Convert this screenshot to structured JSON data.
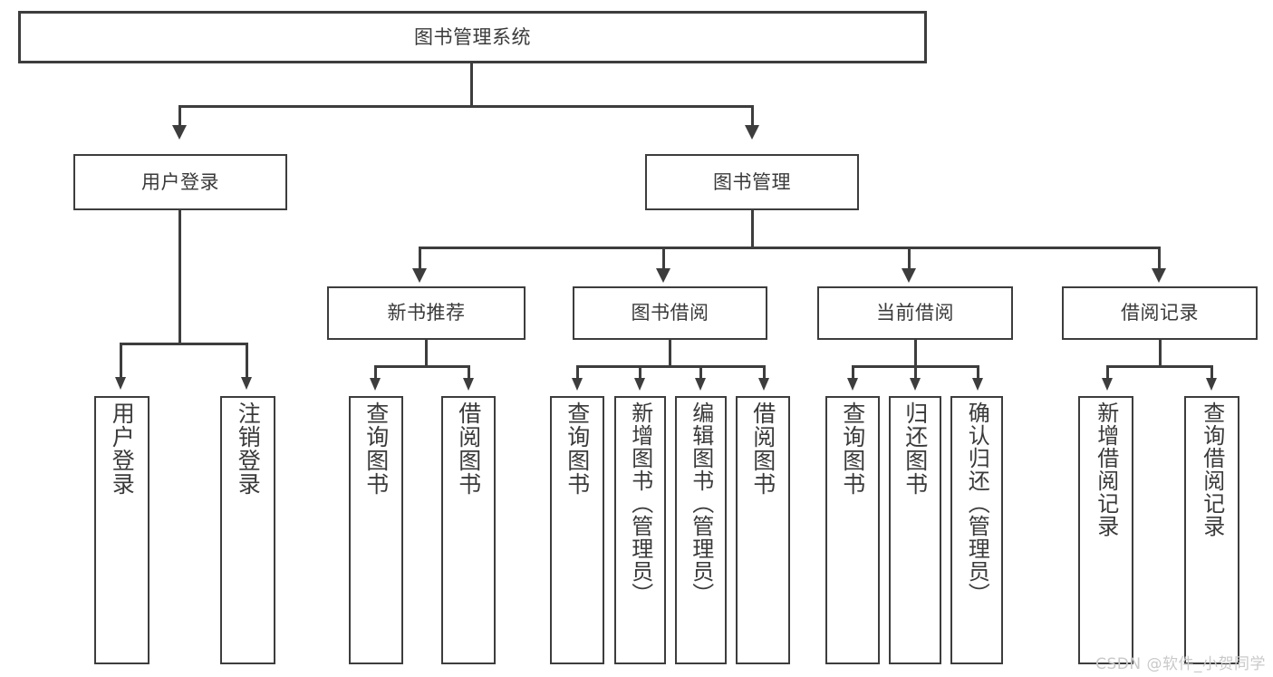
{
  "diagram": {
    "type": "tree-hierarchy",
    "title": "图书管理系统",
    "watermark": "CSDN @软件_小贺同学",
    "colors": {
      "stroke": "#3d3d3d",
      "fill": "#ffffff",
      "text": "#3a3a3a",
      "watermark": "#c9c9c9"
    },
    "levels": [
      {
        "level": 1,
        "labels": [
          "图书管理系统"
        ]
      },
      {
        "level": 2,
        "labels": [
          "用户登录",
          "图书管理"
        ]
      },
      {
        "level": 3,
        "labels": [
          "新书推荐",
          "图书借阅",
          "当前借阅",
          "借阅记录"
        ]
      },
      {
        "level": 4,
        "labels": [
          "用户登录",
          "注销登录",
          "查询图书",
          "借阅图书",
          "查询图书",
          "新增图书（管理员）",
          "编辑图书（管理员）",
          "借阅图书",
          "查询图书",
          "归还图书",
          "确认归还（管理员）",
          "新增借阅记录",
          "查询借阅记录"
        ]
      }
    ],
    "nodes": {
      "root": {
        "label": "图书管理系统"
      },
      "user_login": {
        "label": "用户登录"
      },
      "book_mgmt": {
        "label": "图书管理"
      },
      "new_book_rec": {
        "label": "新书推荐"
      },
      "book_borrow": {
        "label": "图书借阅"
      },
      "current_borrow": {
        "label": "当前借阅"
      },
      "borrow_record": {
        "label": "借阅记录"
      },
      "leaf_user_login": {
        "label": "用户登录"
      },
      "leaf_logout": {
        "label": "注销登录"
      },
      "leaf_query_book_1": {
        "label": "查询图书"
      },
      "leaf_borrow_book_1": {
        "label": "借阅图书"
      },
      "leaf_query_book_2": {
        "label": "查询图书"
      },
      "leaf_add_book_admin": {
        "label": "新增图书（管理员）"
      },
      "leaf_edit_book_admin": {
        "label": "编辑图书（管理员）"
      },
      "leaf_borrow_book_2": {
        "label": "借阅图书"
      },
      "leaf_query_book_3": {
        "label": "查询图书"
      },
      "leaf_return_book": {
        "label": "归还图书"
      },
      "leaf_confirm_return_admin": {
        "label": "确认归还（管理员）"
      },
      "leaf_add_borrow_record": {
        "label": "新增借阅记录"
      },
      "leaf_query_borrow_record": {
        "label": "查询借阅记录"
      }
    }
  }
}
